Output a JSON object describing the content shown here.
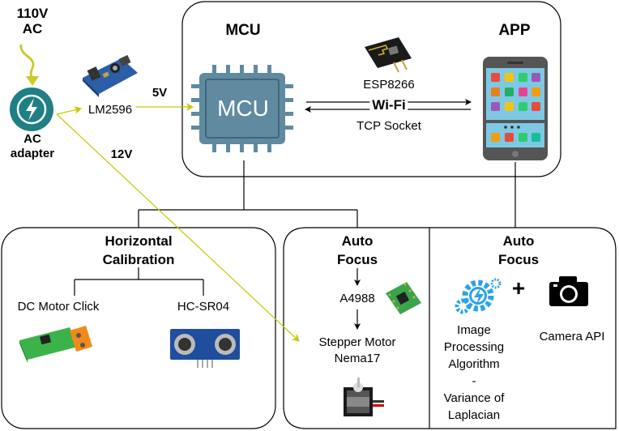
{
  "power": {
    "input_label": "110V\nAC",
    "adapter_label": "AC\nadapter",
    "regulator_label": "LM2596",
    "v5_label": "5V",
    "v12_label": "12V"
  },
  "mcu_panel": {
    "mcu_title": "MCU",
    "chip_label": "MCU",
    "app_title": "APP",
    "wifi_module": "ESP8266",
    "wifi_label": "Wi-Fi",
    "socket_label": "TCP Socket"
  },
  "horizontal_panel": {
    "title": "Horizontal\nCalibration",
    "left_label": "DC Motor Click",
    "right_label": "HC-SR04"
  },
  "autofocus_left": {
    "title": "Auto\nFocus",
    "driver_label": "A4988",
    "motor_label": "Stepper Motor\nNema17"
  },
  "autofocus_right": {
    "title": "Auto\nFocus",
    "algo_label": "Image\nProcessing\nAlgorithm\n-\nVariance of\nLaplacian",
    "camera_label": "Camera API",
    "plus": "+"
  },
  "colors": {
    "yellow_line": "#c8c800",
    "yellow_bolt": "#c9cc2a",
    "chip": "#5f8aa0",
    "chip_dark": "#3f6779",
    "adapter": "#1f7f85",
    "phone": "#555555",
    "phone_screen": "#7ec8e3",
    "gear_blue": "#29a3e8"
  }
}
